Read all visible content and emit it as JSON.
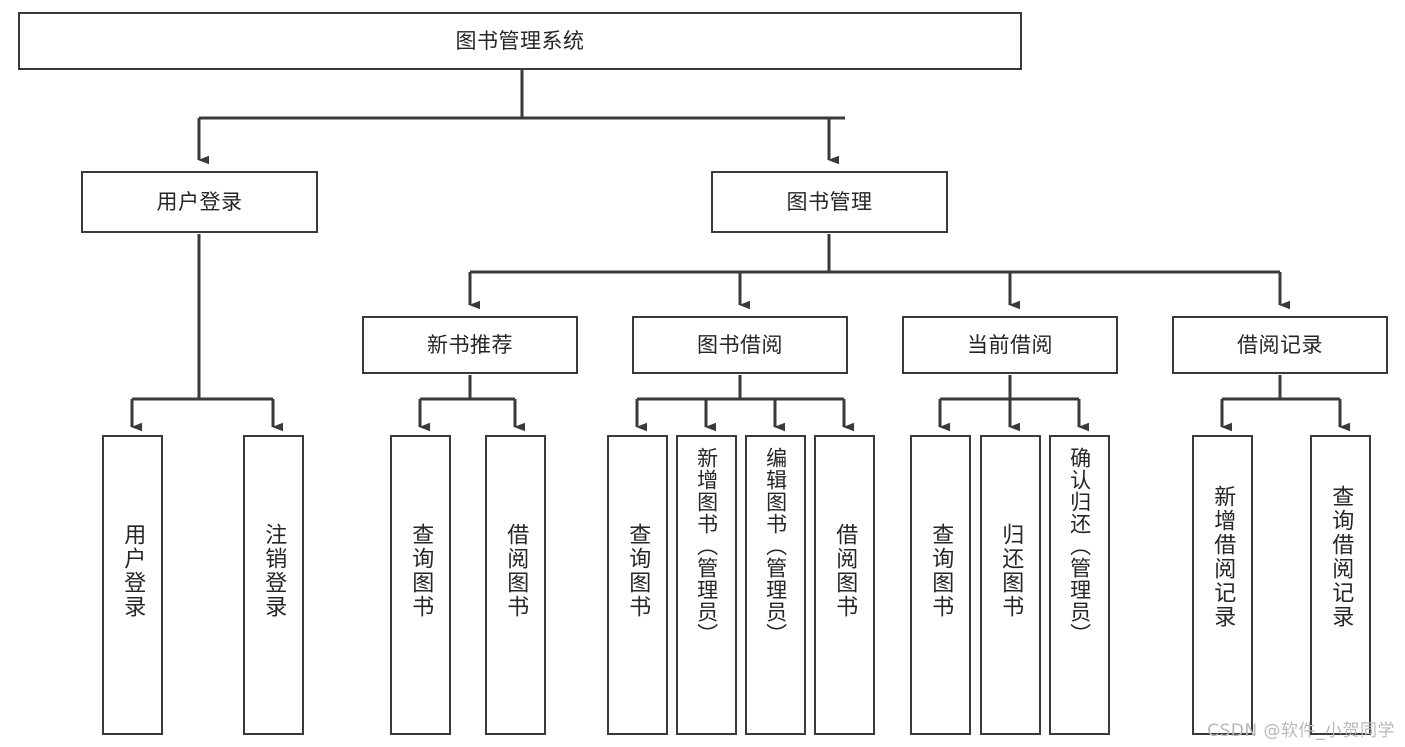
{
  "diagram": {
    "type": "tree-hierarchy",
    "title": "图书管理系统",
    "orientation": "top-down",
    "colors": {
      "box_border": "#3a3a3a",
      "box_fill": "#ffffff",
      "edge": "#3a3a3a",
      "text": "#262626",
      "watermark": "#b9b9b9",
      "background": "#ffffff"
    },
    "nodes": {
      "root": {
        "label": "图书管理系统",
        "level": 1
      },
      "user_login": {
        "label": "用户登录",
        "level": 2
      },
      "book_manage": {
        "label": "图书管理",
        "level": 2
      },
      "new_book_rec": {
        "label": "新书推荐",
        "level": 3
      },
      "book_borrow": {
        "label": "图书借阅",
        "level": 3
      },
      "current_borrow": {
        "label": "当前借阅",
        "level": 3
      },
      "borrow_record": {
        "label": "借阅记录",
        "level": 3
      },
      "leaf_user_login": {
        "label": "用户登录",
        "level": 4
      },
      "leaf_logout": {
        "label": "注销登录",
        "level": 4
      },
      "leaf_query_book_1": {
        "label": "查询图书",
        "level": 4
      },
      "leaf_borrow_book_1": {
        "label": "借阅图书",
        "level": 4
      },
      "leaf_query_book_2": {
        "label": "查询图书",
        "level": 4
      },
      "leaf_add_book": {
        "label": "新增图书（管理员）",
        "level": 4
      },
      "leaf_edit_book": {
        "label": "编辑图书（管理员）",
        "level": 4
      },
      "leaf_borrow_book_2": {
        "label": "借阅图书",
        "level": 4
      },
      "leaf_query_book_3": {
        "label": "查询图书",
        "level": 4
      },
      "leaf_return_book": {
        "label": "归还图书",
        "level": 4
      },
      "leaf_confirm_return": {
        "label": "确认归还（管理员）",
        "level": 4
      },
      "leaf_add_record": {
        "label": "新增借阅记录",
        "level": 4
      },
      "leaf_query_record": {
        "label": "查询借阅记录",
        "level": 4
      }
    },
    "edges": [
      {
        "from": "root",
        "to": "user_login"
      },
      {
        "from": "root",
        "to": "book_manage"
      },
      {
        "from": "user_login",
        "to": "leaf_user_login"
      },
      {
        "from": "user_login",
        "to": "leaf_logout"
      },
      {
        "from": "book_manage",
        "to": "new_book_rec"
      },
      {
        "from": "book_manage",
        "to": "book_borrow"
      },
      {
        "from": "book_manage",
        "to": "current_borrow"
      },
      {
        "from": "book_manage",
        "to": "borrow_record"
      },
      {
        "from": "new_book_rec",
        "to": "leaf_query_book_1"
      },
      {
        "from": "new_book_rec",
        "to": "leaf_borrow_book_1"
      },
      {
        "from": "book_borrow",
        "to": "leaf_query_book_2"
      },
      {
        "from": "book_borrow",
        "to": "leaf_add_book"
      },
      {
        "from": "book_borrow",
        "to": "leaf_edit_book"
      },
      {
        "from": "book_borrow",
        "to": "leaf_borrow_book_2"
      },
      {
        "from": "current_borrow",
        "to": "leaf_query_book_3"
      },
      {
        "from": "current_borrow",
        "to": "leaf_return_book"
      },
      {
        "from": "current_borrow",
        "to": "leaf_confirm_return"
      },
      {
        "from": "borrow_record",
        "to": "leaf_add_record"
      },
      {
        "from": "borrow_record",
        "to": "leaf_query_record"
      }
    ]
  },
  "watermark": {
    "text": "CSDN @软件_小贺同学"
  }
}
